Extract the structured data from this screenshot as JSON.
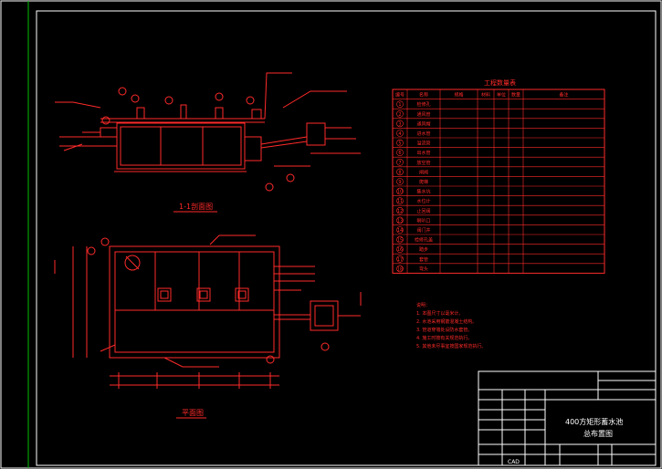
{
  "drawing": {
    "section_title": "1-1剖面图",
    "plan_title": "平面图",
    "table_title": "工程数量表"
  },
  "material_table": {
    "headers": [
      "编号",
      "名称",
      "规格",
      "材料",
      "单位",
      "数量",
      "备注"
    ],
    "rows": [
      [
        "1",
        "检修孔",
        "",
        "",
        "",
        "",
        ""
      ],
      [
        "2",
        "通风管",
        "",
        "",
        "",
        "",
        ""
      ],
      [
        "3",
        "通风帽",
        "",
        "",
        "",
        "",
        ""
      ],
      [
        "4",
        "进水管",
        "",
        "",
        "",
        "",
        ""
      ],
      [
        "5",
        "溢流管",
        "",
        "",
        "",
        "",
        ""
      ],
      [
        "6",
        "出水管",
        "",
        "",
        "",
        "",
        ""
      ],
      [
        "7",
        "放空管",
        "",
        "",
        "",
        "",
        ""
      ],
      [
        "8",
        "闸阀",
        "",
        "",
        "",
        "",
        ""
      ],
      [
        "9",
        "爬梯",
        "",
        "",
        "",
        "",
        ""
      ],
      [
        "10",
        "集水坑",
        "",
        "",
        "",
        "",
        ""
      ],
      [
        "11",
        "水位计",
        "",
        "",
        "",
        "",
        ""
      ],
      [
        "12",
        "止回阀",
        "",
        "",
        "",
        "",
        ""
      ],
      [
        "13",
        "喇叭口",
        "",
        "",
        "",
        "",
        ""
      ],
      [
        "14",
        "阀门井",
        "",
        "",
        "",
        "",
        ""
      ],
      [
        "15",
        "检修孔盖",
        "",
        "",
        "",
        "",
        ""
      ],
      [
        "16",
        "踏步",
        "",
        "",
        "",
        "",
        ""
      ],
      [
        "17",
        "套管",
        "",
        "",
        "",
        "",
        ""
      ],
      [
        "18",
        "弯头",
        "",
        "",
        "",
        "",
        ""
      ]
    ]
  },
  "notes": {
    "heading": "说明：",
    "lines": [
      "1. 本图尺寸以毫米计。",
      "2. 水池采用钢筋混凝土结构。",
      "3. 管道穿墙处设防水套管。",
      "4. 施工时按有关规范执行。",
      "5. 其他未尽事宜按国家规范执行。"
    ]
  },
  "title_block": {
    "project_title_line1": "400方矩形蓄水池",
    "project_title_line2": "总布置图",
    "software_label": "CAD"
  },
  "colors": {
    "background": "#000000",
    "drawing_lines": "#ff2a2a",
    "frame": "#ffffff",
    "accent_green": "#00c000"
  }
}
